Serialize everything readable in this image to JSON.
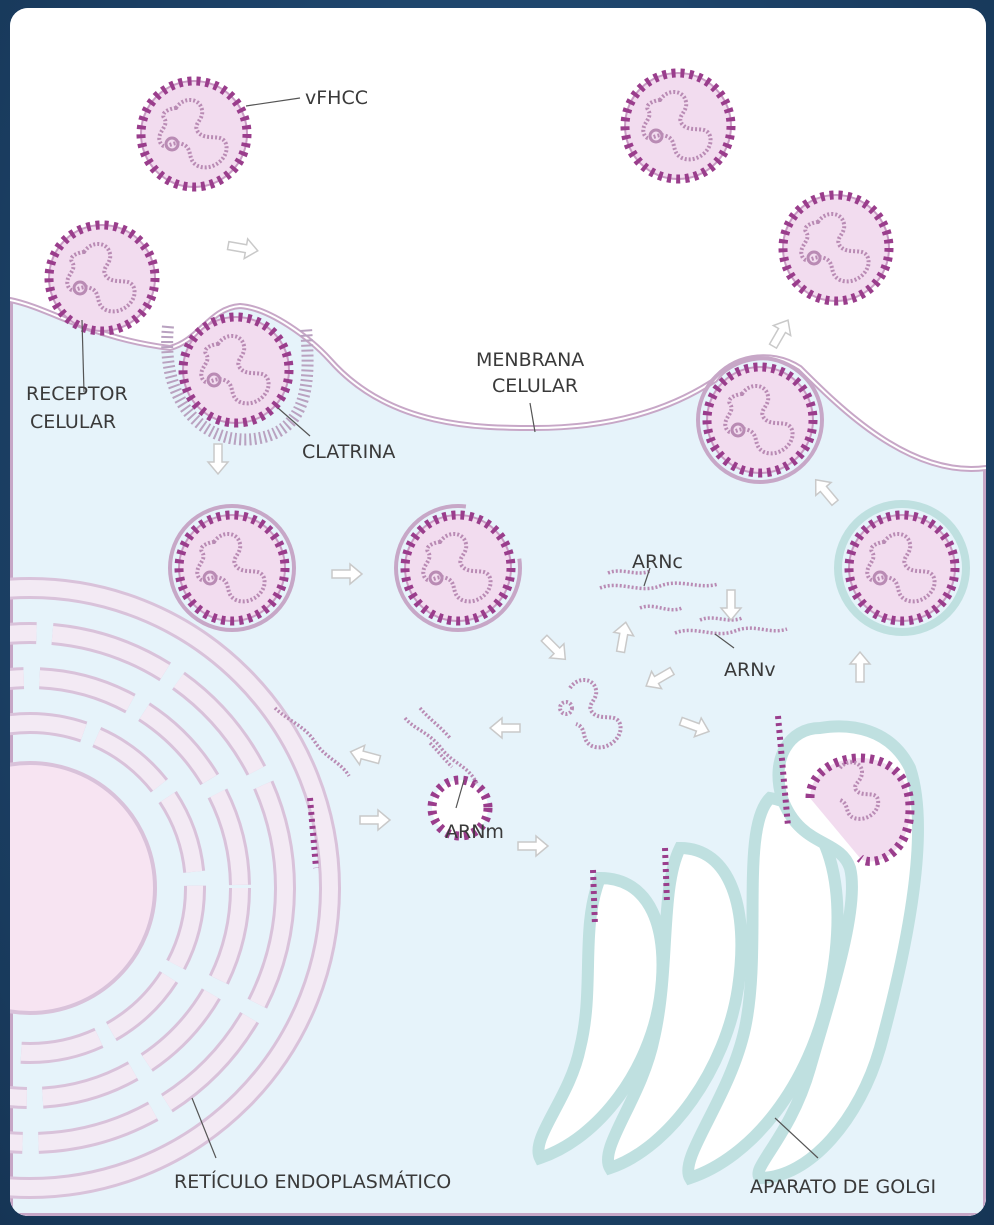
{
  "diagram": {
    "labels": {
      "virion": "vFHCC",
      "receptor_line1": "RECEPTOR",
      "receptor_line2": "CELULAR",
      "membrane_line1": "MENBRANA",
      "membrane_line2": "CELULAR",
      "clathrin": "CLATRINA",
      "crna": "ARNc",
      "vrna": "ARNv",
      "mrna": "ARNm",
      "er": "RETÍCULO ENDOPLASMÁTICO",
      "golgi": "APARATO DE GOLGI"
    }
  },
  "colors": {
    "cytoplasm": "#e6f3fa",
    "outside": "#ffffff",
    "membrane_outline": "#c7a7c7",
    "virus_fill": "#f2dcef",
    "virus_spike": "#9a3d8c",
    "rna_strand": "#b98bb4",
    "golgi_edge": "#bfe0e0",
    "er_fill": "#f0e5f2",
    "nucleus": "#f7e4f2",
    "arrow": "#c9c9c9"
  },
  "icons": {
    "virion": "virus-particle-icon",
    "arrow": "process-arrow-icon"
  }
}
